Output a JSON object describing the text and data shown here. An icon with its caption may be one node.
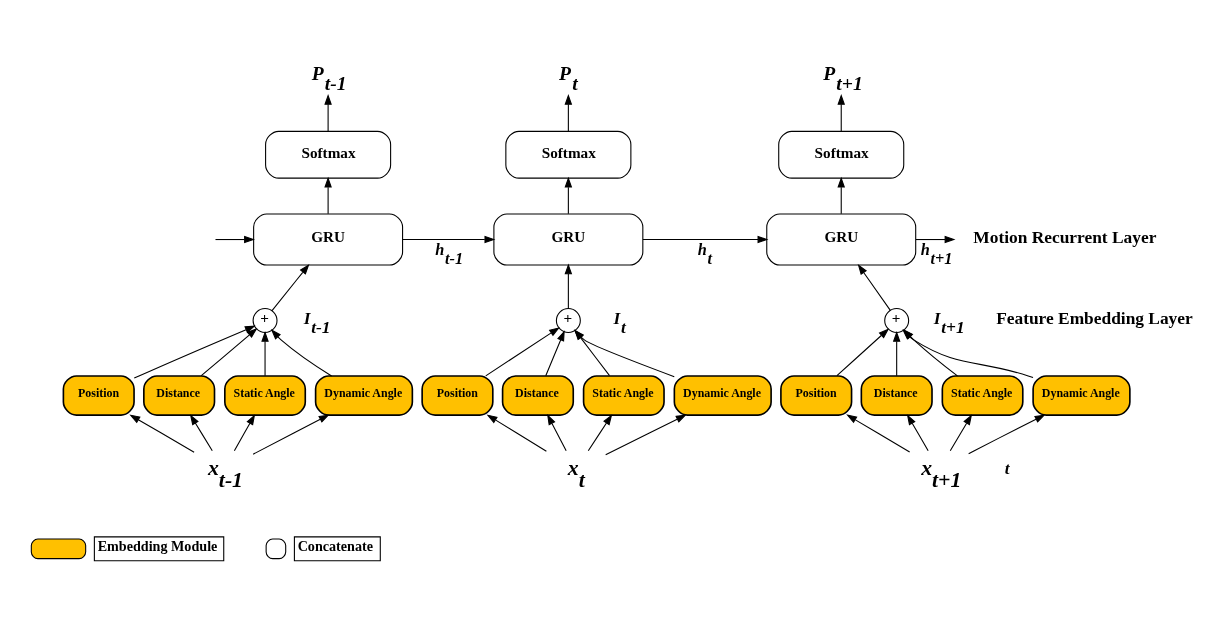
{
  "diagram": {
    "nodes": [
      {
        "text": [
          "P$_{t-1}$"
        ]
      },
      {
        "text": [
          "Softmax"
        ]
      },
      {
        "text": [
          "GRU"
        ]
      },
      {
        "text": [
          "+"
        ],
        "beside": [
          "I$_{t-1}$"
        ]
      },
      {
        "text": [
          "Position"
        ]
      },
      {
        "text": [
          "Distance"
        ]
      },
      {
        "text": [
          "Static Angle"
        ]
      },
      {
        "text": [
          "Dynamic Angle"
        ]
      },
      {
        "text": [
          "x$_{t-1}$"
        ]
      },
      {
        "text": [
          "P$_{t}$"
        ]
      },
      {
        "text": [
          "Softmax"
        ]
      },
      {
        "text": [
          "GRU"
        ]
      },
      {
        "text": [
          "+"
        ],
        "beside": [
          "I$_{t}$"
        ]
      },
      {
        "text": [
          "Position"
        ]
      },
      {
        "text": [
          "Distance"
        ]
      },
      {
        "text": [
          "Static Angle"
        ]
      },
      {
        "text": [
          "Dynamic Angle"
        ]
      },
      {
        "text": [
          "x$_{t}$"
        ]
      },
      {
        "text": [
          "P$_{t+1}$"
        ]
      },
      {
        "text": [
          "Softmax"
        ]
      },
      {
        "text": [
          "GRU"
        ]
      },
      {
        "text": [
          "+"
        ],
        "beside": [
          "I$_{t+1}$"
        ]
      },
      {
        "text": [
          "Position"
        ]
      },
      {
        "text": [
          "Distance"
        ]
      },
      {
        "text": [
          "Static Angle"
        ]
      },
      {
        "text": [
          "Dynamic Angle"
        ]
      },
      {
        "text": [
          "x$_{t+1}$"
        ]
      }
    ],
    "edges": [
      {
        "from": 8,
        "to": 4,
        "arrow": "to"
      },
      {
        "from": 8,
        "to": 5,
        "arrow": "to"
      },
      {
        "from": 8,
        "to": 6,
        "arrow": "to"
      },
      {
        "from": 8,
        "to": 7,
        "arrow": "to"
      },
      {
        "from": 4,
        "to": 3,
        "arrow": "to"
      },
      {
        "from": 5,
        "to": 3,
        "arrow": "to"
      },
      {
        "from": 6,
        "to": 3,
        "arrow": "to"
      },
      {
        "from": 7,
        "to": 3,
        "arrow": "to"
      },
      {
        "from": 3,
        "to": 2,
        "arrow": "to"
      },
      {
        "from": 2,
        "to": 1,
        "arrow": "to"
      },
      {
        "from": 1,
        "to": 0,
        "arrow": "to"
      },
      {
        "from": 17,
        "to": 13,
        "arrow": "to"
      },
      {
        "from": 17,
        "to": 14,
        "arrow": "to"
      },
      {
        "from": 17,
        "to": 15,
        "arrow": "to"
      },
      {
        "from": 17,
        "to": 16,
        "arrow": "to"
      },
      {
        "from": 13,
        "to": 12,
        "arrow": "to"
      },
      {
        "from": 14,
        "to": 12,
        "arrow": "to"
      },
      {
        "from": 15,
        "to": 12,
        "arrow": "to"
      },
      {
        "from": 16,
        "to": 12,
        "arrow": "to"
      },
      {
        "from": 12,
        "to": 11,
        "arrow": "to"
      },
      {
        "from": 11,
        "to": 10,
        "arrow": "to"
      },
      {
        "from": 10,
        "to": 9,
        "arrow": "to"
      },
      {
        "from": 26,
        "to": 22,
        "arrow": "to"
      },
      {
        "from": 26,
        "to": 23,
        "arrow": "to"
      },
      {
        "from": 26,
        "to": 24,
        "arrow": "to"
      },
      {
        "from": 26,
        "to": 25,
        "arrow": "to"
      },
      {
        "from": 22,
        "to": 21,
        "arrow": "to"
      },
      {
        "from": 23,
        "to": 21,
        "arrow": "to"
      },
      {
        "from": 24,
        "to": 21,
        "arrow": "to"
      },
      {
        "from": 25,
        "to": 21,
        "arrow": "to"
      },
      {
        "from": 21,
        "to": 20,
        "arrow": "to"
      },
      {
        "from": 20,
        "to": 19,
        "arrow": "to"
      },
      {
        "from": 19,
        "to": 18,
        "arrow": "to"
      },
      {
        "from": null,
        "to": 2,
        "arrow": "to"
      },
      {
        "from": 2,
        "to": 11,
        "arrow": "to",
        "label": "h$_{t-1}$"
      },
      {
        "from": 11,
        "to": 20,
        "arrow": "to",
        "label": "h$_{t}$"
      },
      {
        "from": 20,
        "to": null,
        "arrow": "to",
        "label": "h$_{t+1}$"
      }
    ],
    "labels": [
      "Motion Recurrent Layer",
      "Feature Embedding Layer",
      "t"
    ],
    "legend": [
      {
        "text": "Embedding Module",
        "color": "#ffc000"
      },
      {
        "text": "Concatenate"
      }
    ]
  }
}
